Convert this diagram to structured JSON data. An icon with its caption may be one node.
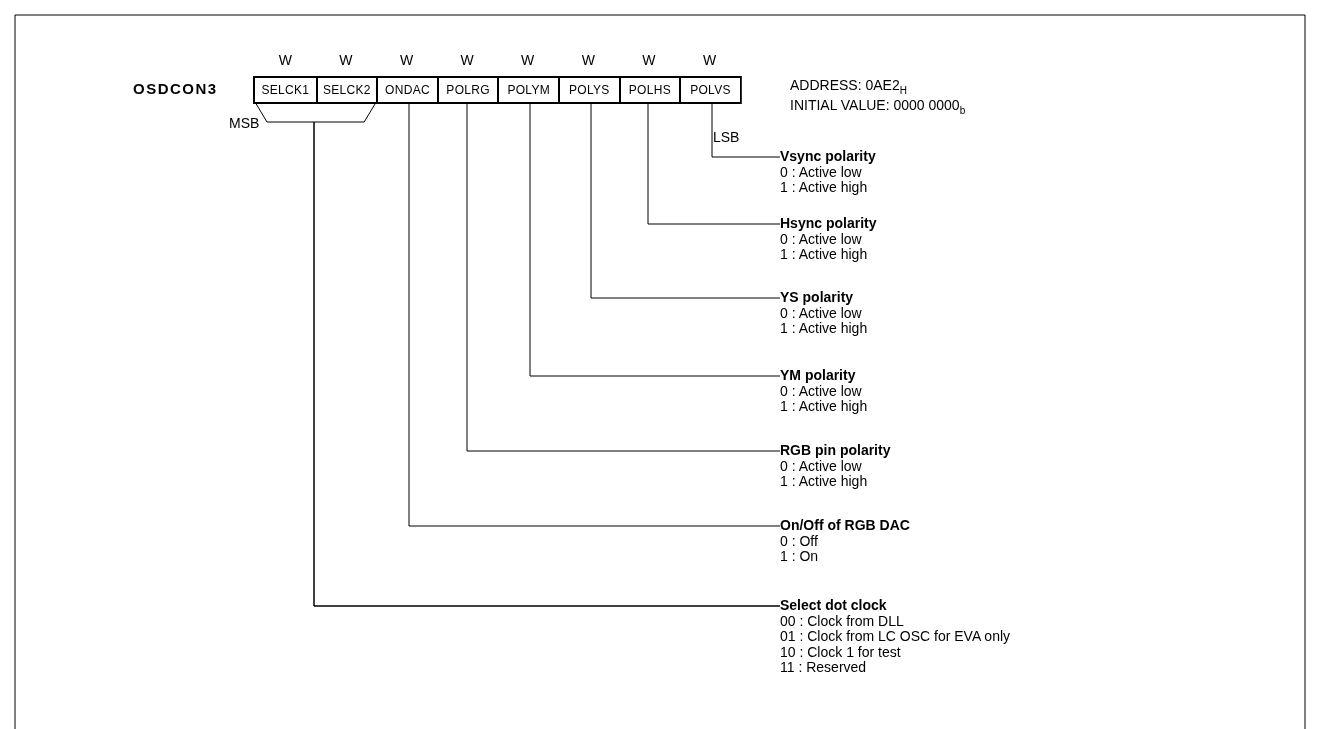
{
  "diagram": {
    "nodes": [
      {
        "text": [
          "SELCK1"
        ],
        "beside": [
          "W"
        ]
      },
      {
        "text": [
          "SELCK2"
        ],
        "beside": [
          "W"
        ]
      },
      {
        "text": [
          "ONDAC"
        ],
        "beside": [
          "W"
        ]
      },
      {
        "text": [
          "POLRG"
        ],
        "beside": [
          "W"
        ]
      },
      {
        "text": [
          "POLYM"
        ],
        "beside": [
          "W"
        ]
      },
      {
        "text": [
          "POLYS"
        ],
        "beside": [
          "W"
        ]
      },
      {
        "text": [
          "POLHS"
        ],
        "beside": [
          "W"
        ]
      },
      {
        "text": [
          "POLVS"
        ],
        "beside": [
          "W"
        ]
      },
      {
        "text": [
          "Vsync polarity",
          "0 : Active low",
          "1 : Active high"
        ]
      },
      {
        "text": [
          "Hsync polarity",
          "0 : Active low",
          "1 : Active high"
        ]
      },
      {
        "text": [
          "YS polarity",
          "0 : Active low",
          "1 : Active high"
        ]
      },
      {
        "text": [
          "YM polarity",
          "0 : Active low",
          "1 : Active high"
        ]
      },
      {
        "text": [
          "RGB pin polarity",
          "0 : Active low",
          "1 : Active high"
        ]
      },
      {
        "text": [
          "On/Off of RGB DAC",
          "0 : Off",
          "1 : On"
        ]
      },
      {
        "text": [
          "Select dot clock",
          "00 : Clock from DLL",
          "01 : Clock from LC OSC for EVA only",
          "10 : Clock 1 for test",
          "11 : Reserved"
        ]
      }
    ],
    "edges": [
      {
        "from": 7,
        "to": 8,
        "arrow": "none"
      },
      {
        "from": 6,
        "to": 9,
        "arrow": "none"
      },
      {
        "from": 5,
        "to": 10,
        "arrow": "none"
      },
      {
        "from": 4,
        "to": 11,
        "arrow": "none"
      },
      {
        "from": 3,
        "to": 12,
        "arrow": "none"
      },
      {
        "from": 2,
        "to": 13,
        "arrow": "none"
      },
      {
        "from": 0,
        "to": 14,
        "arrow": "none"
      },
      {
        "from": 1,
        "to": 14,
        "arrow": "none"
      }
    ],
    "labels": [
      "OSDCON3",
      "ADDRESS: 0AE2$_{H}$",
      "INITIAL VALUE: 0000 0000$_{b}$",
      "MSB",
      "LSB"
    ]
  }
}
